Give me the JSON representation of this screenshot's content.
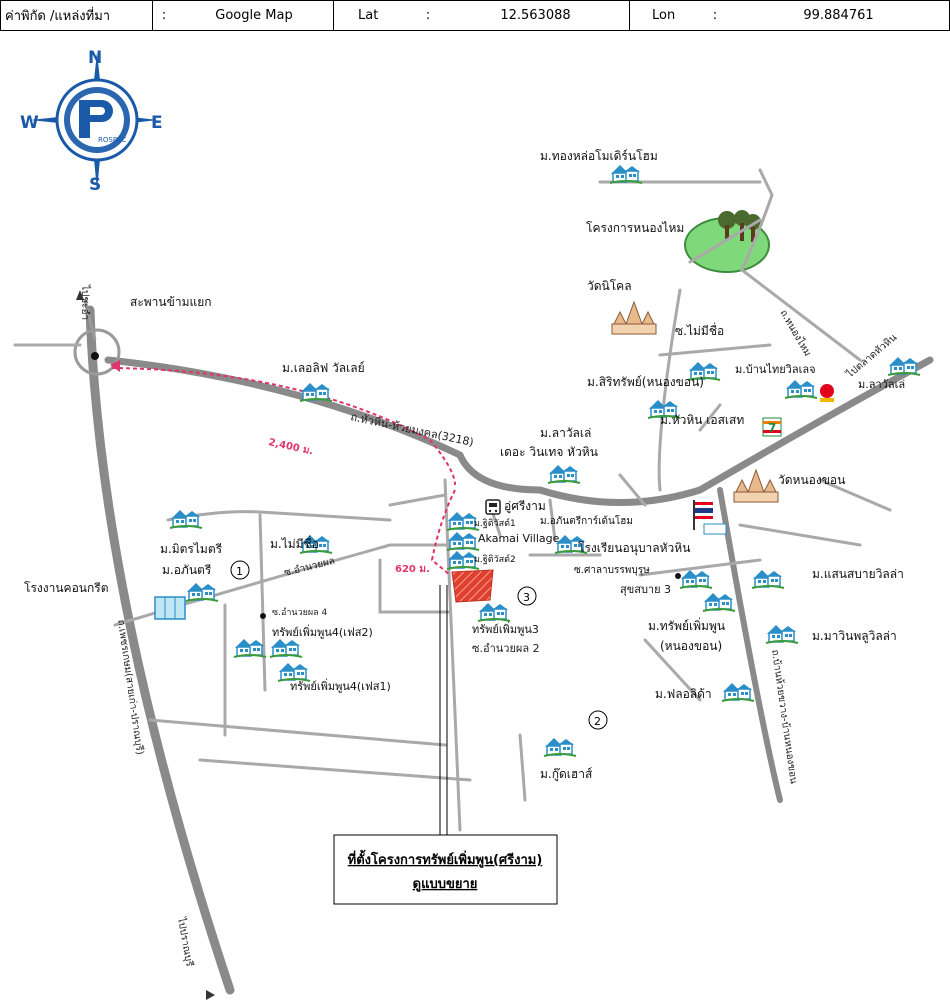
{
  "header": {
    "location_key": "ค่าพิกัด /แหล่งที่มา",
    "sep1": ":",
    "source": "Google Map",
    "lat_key": "Lat",
    "sep2": ":",
    "lat_value": "12.563088",
    "lon_key": "Lon",
    "sep3": ":",
    "lon_value": "99.884761"
  },
  "compass": {
    "n": "N",
    "s": "S",
    "e": "E",
    "w": "W",
    "brand": "ROSPEC",
    "brand_initial": "P",
    "accent": "#1a5aa8"
  },
  "roads": {
    "main_road": "ถ.หัวหิน-ห้วยมงคล(3218)",
    "nong_mai_rd": "ถ.หนองไหม",
    "phetkasem_rd": "ถ.เพชรเกษม(สายเก่า-ปราณบุรี)",
    "huai_sai_rd": "ถ.บ้านห้วยขวาง-บ้านหนองขอน",
    "soi_mai_mi_chue": "ซ.ไม่มีชื่อ",
    "soi_amnuayphon": "ซ.อำนวยผล",
    "soi_amnuayphon4": "ซ.อำนวยผล 4",
    "soi_amnuayphon2": "ซ.อำนวยผล 2",
    "soi_sala": "ซ.ศาลาบรรพบุรุษ"
  },
  "directions": {
    "to_cha_am": "ไปชะอำ",
    "to_pranburi": "ไปปราณบุรี",
    "to_talat": "ไปตลาดหัวหิน"
  },
  "distances": {
    "d1": "2,400 ม.",
    "d2": "620 ม."
  },
  "places": {
    "bridge": "สะพานข้ามแยก",
    "thonglor": "ม.ทองหล่อโมเดิร์นโฮม",
    "nong_mai_proj": "โครงการหนองไหม",
    "wat_nikhon": "วัดนิโคล",
    "lifestyle": "ม.เลอลิฟ วัลเลย์",
    "soi_nomname": "ซ.ไม่มีชื่อ",
    "ban_thai": "ม.บ้านไทยวิลเลจ",
    "sirisap": "ม.สิริทรัพย์(หนองขอน)",
    "huahin_estate": "ม.หัวหิน เอสเสท",
    "lavalle_top": "ม.ลาวัลเล่",
    "lavalle_winter1": "ม.ลาวัลเล่",
    "lavalle_winter2": "เดอะ วินเทจ หัวหิน",
    "wat_nong_khon": "วัดหนองขอน",
    "u_sriram": "อู่ศรีงาม",
    "cw1": "ม.ฐิติวัสต์1",
    "cw2": "ม.ฐิติวัสต์2",
    "akamai": "Akamai Village",
    "aphantri_home": "ม.อภันตรีการ์เด้นโฮม",
    "school": "โรงเรียนอนุบาลหัวหิน",
    "mitmaitri": "ม.มิตรไมตรี",
    "aphantri": "ม.อภันตรี",
    "concrete": "โรงงานคอนกรีต",
    "mai_mi_chue": "ม.ไม่มีชื่อ",
    "phet4_2": "ทรัพย์เพิ่มพูน4(เฟส2)",
    "phet4_1": "ทรัพย์เพิ่มพูน4(เฟส1)",
    "phet3": "ทรัพย์เพิ่มพูน3",
    "sala": "ซ.ศาลาบรรพบุรุษ",
    "suksabai3": "สุขสบาย 3",
    "saensabai": "ม.แสนสบายวิลล่า",
    "subphet_nk1": "ม.ทรัพย์เพิ่มพูน",
    "subphet_nk2": "(หนองขอน)",
    "marwin": "ม.มาวินพลูวิลล่า",
    "florida": "ม.ฟลอลิด้า",
    "goodhouse": "ม.กู๊ดเฮาส์"
  },
  "markers": {
    "m1": "1",
    "m2": "2",
    "m3": "3"
  },
  "callout": {
    "line1": "ที่ตั้งโครงการทรัพย์เพิ่มพูน(ศรีงาม)",
    "line2": "ดูแบบขยาย"
  },
  "colors": {
    "road": "#8a8a8a",
    "minor_road": "#a9a9a9",
    "route": "#e0356a",
    "house": "#2a8ec8",
    "lake": "#7fd97a",
    "site": "#e04030"
  }
}
